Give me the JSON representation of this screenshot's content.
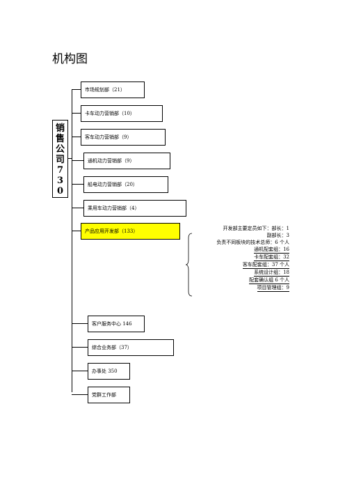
{
  "title": "机构图",
  "root": {
    "chars": [
      "销",
      "售",
      "公",
      "司",
      "7",
      "3",
      "0"
    ]
  },
  "departments": [
    {
      "label": "市场规划部（21）",
      "highlight": false
    },
    {
      "label": "卡车动力营销部（10）",
      "highlight": false
    },
    {
      "label": "客车动力营销部（9）",
      "highlight": false
    },
    {
      "label": "通机动力营销部（9）",
      "highlight": false
    },
    {
      "label": "船电动力营销部（20）",
      "highlight": false
    },
    {
      "label": "乘用车动力营销部（4）",
      "highlight": false
    },
    {
      "label": "产品应用开发部（133）",
      "highlight": true
    },
    {
      "label": "客户服务中心 146",
      "highlight": false
    },
    {
      "label": "综合业务部（37）",
      "highlight": false
    },
    {
      "label": "办事处 350",
      "highlight": false
    },
    {
      "label": "党群工作部",
      "highlight": false
    }
  ],
  "note": {
    "lines": [
      {
        "text": "开发部主要定员如下：部长：1",
        "underline": false
      },
      {
        "text": "副部长：3",
        "underline": false
      },
      {
        "text": "负责不同板块的技术总师：6 个人",
        "underline": false
      },
      {
        "text": "通机配套组：16",
        "underline": true
      },
      {
        "text": "卡车配套组：32",
        "underline": true
      },
      {
        "text": "客车配套组：37 个人",
        "underline": true
      },
      {
        "text": "系统设计组：18",
        "underline": true
      },
      {
        "text": "配套确认组 6 个人",
        "underline": true
      },
      {
        "text": "项目管理组：9",
        "underline": true
      }
    ]
  },
  "colors": {
    "highlight": "#ffff00",
    "line": "#000000"
  }
}
